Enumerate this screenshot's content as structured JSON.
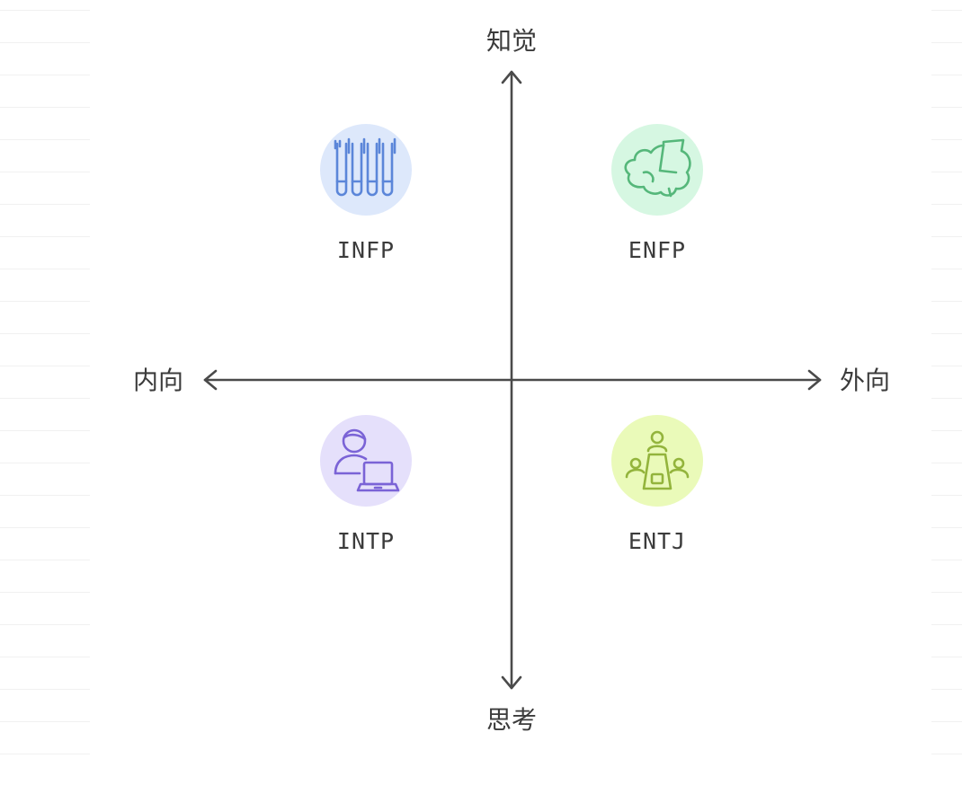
{
  "axes": {
    "top": "知觉",
    "bottom": "思考",
    "left": "内向",
    "right": "外向"
  },
  "quadrants": [
    {
      "label": "INFP",
      "icon": "test-tubes-icon",
      "color": "#5b86d9",
      "bg": "#dde8fb"
    },
    {
      "label": "ENFP",
      "icon": "brain-icon",
      "color": "#55b77a",
      "bg": "#d6f7e2"
    },
    {
      "label": "INTP",
      "icon": "person-laptop-icon",
      "color": "#7a63d6",
      "bg": "#e5e0fb"
    },
    {
      "label": "ENTJ",
      "icon": "meeting-table-icon",
      "color": "#93b43c",
      "bg": "#eafab9"
    }
  ],
  "colors": {
    "axis": "#4a4a4a",
    "text": "#3b3b3b"
  }
}
